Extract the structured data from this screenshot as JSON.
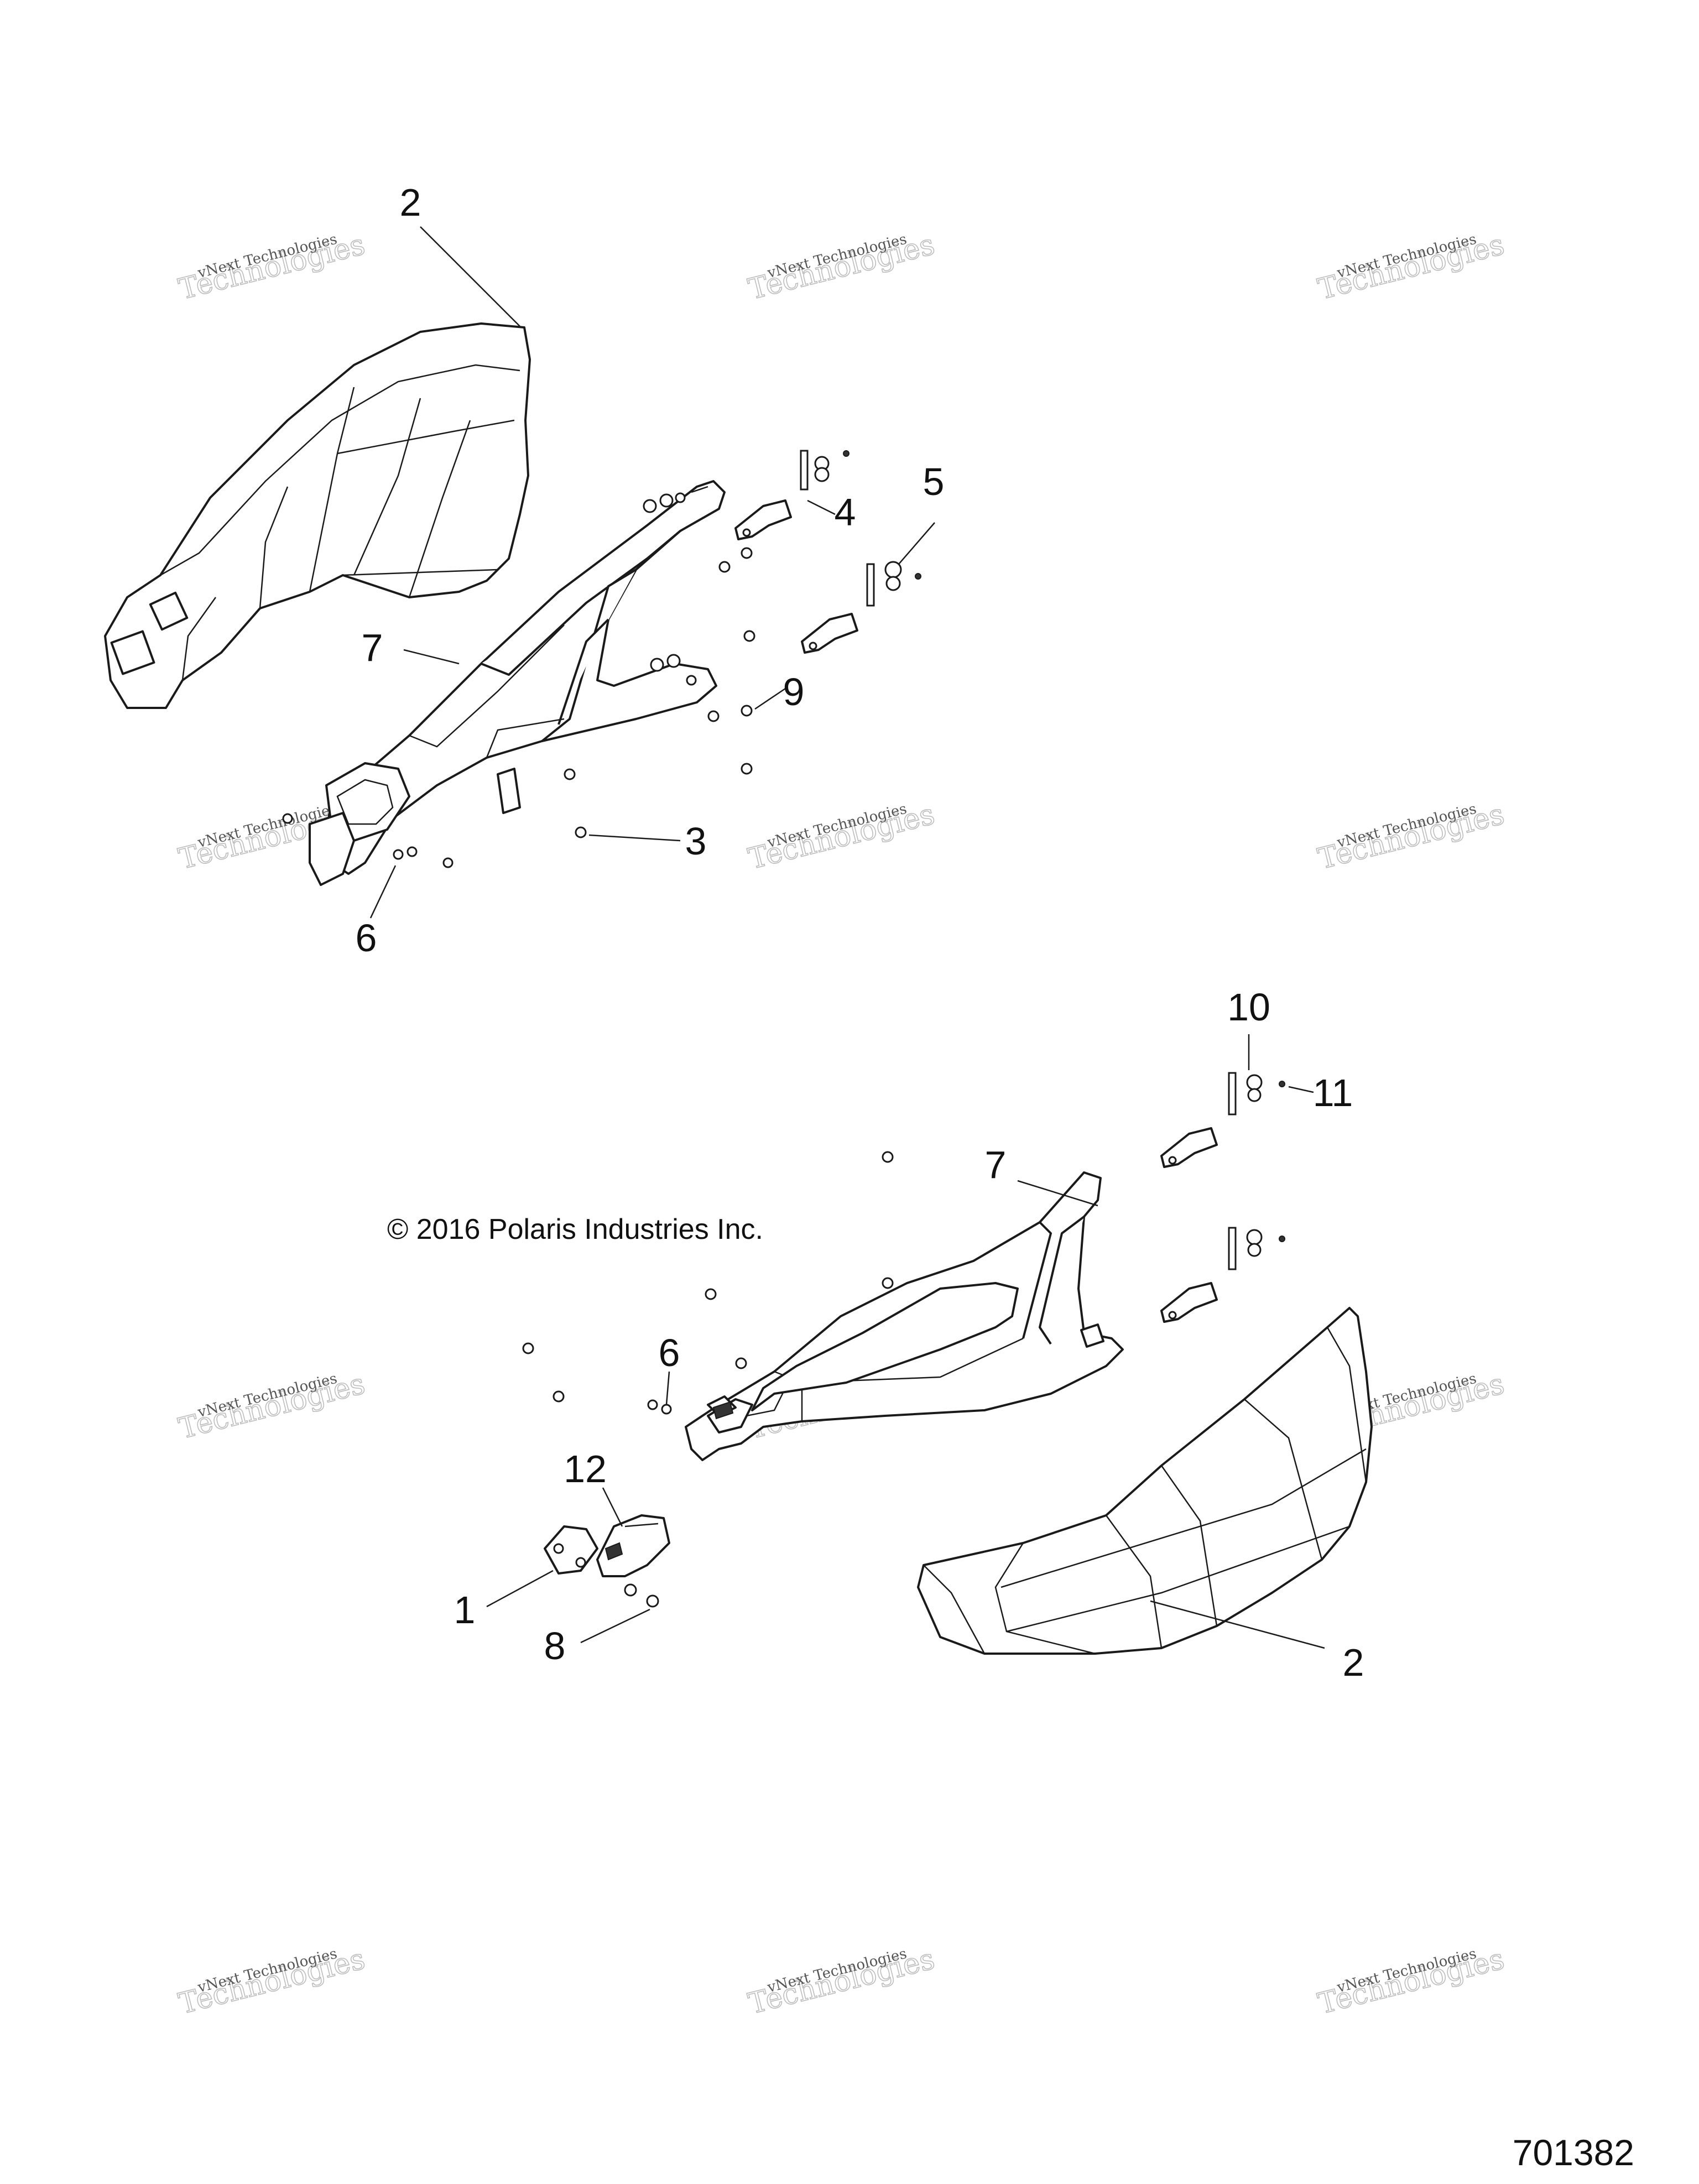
{
  "callouts": {
    "c2_top": "2",
    "c4": "4",
    "c5": "5",
    "c7_top": "7",
    "c9": "9",
    "c3": "3",
    "c6_top": "6",
    "c10": "10",
    "c11": "11",
    "c7_bottom": "7",
    "c6_bottom": "6",
    "c12": "12",
    "c1": "1",
    "c8": "8",
    "c2_bottom": "2"
  },
  "copyright": "© 2016 Polaris Industries Inc.",
  "document_number": "701382",
  "watermark": {
    "line1": "vNext Technologies",
    "line2": "Technologies",
    "line3": "vNext"
  }
}
